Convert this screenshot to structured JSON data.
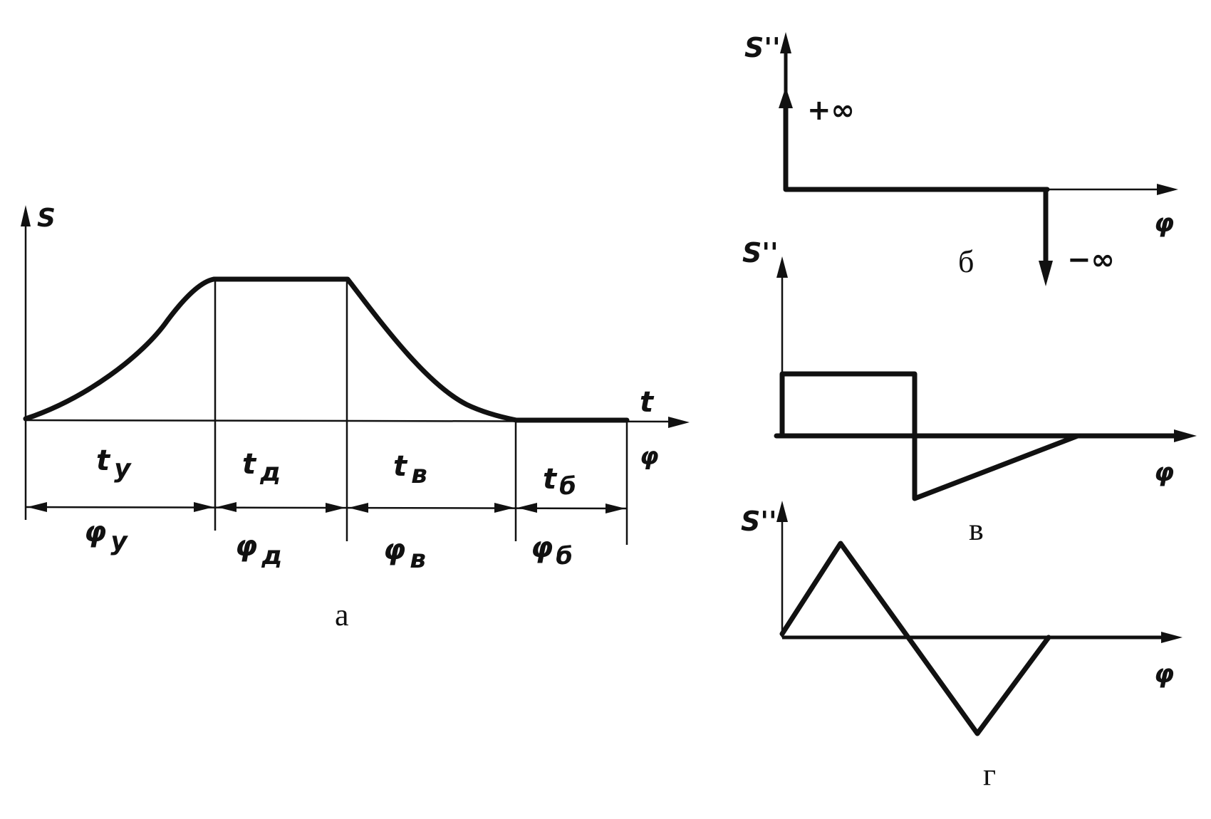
{
  "diagram_a": {
    "axis_s": "S",
    "axis_t": "t",
    "axis_phi": "φ",
    "time_labels": [
      "t",
      "t",
      "t",
      "t"
    ],
    "time_subs": [
      "у",
      "д",
      "в",
      "б"
    ],
    "phase_labels": [
      "φ",
      "φ",
      "φ",
      "φ"
    ],
    "phase_subs": [
      "у",
      "д",
      "в",
      "б"
    ],
    "caption": "а"
  },
  "diagram_b": {
    "axis_y": "S''",
    "axis_x": "φ",
    "plus_inf": "+∞",
    "minus_inf": "−∞",
    "caption": "б"
  },
  "diagram_v": {
    "axis_y": "S''",
    "axis_x": "φ",
    "caption": "в"
  },
  "diagram_g": {
    "axis_y": "S''",
    "axis_x": "φ",
    "caption": "г"
  }
}
